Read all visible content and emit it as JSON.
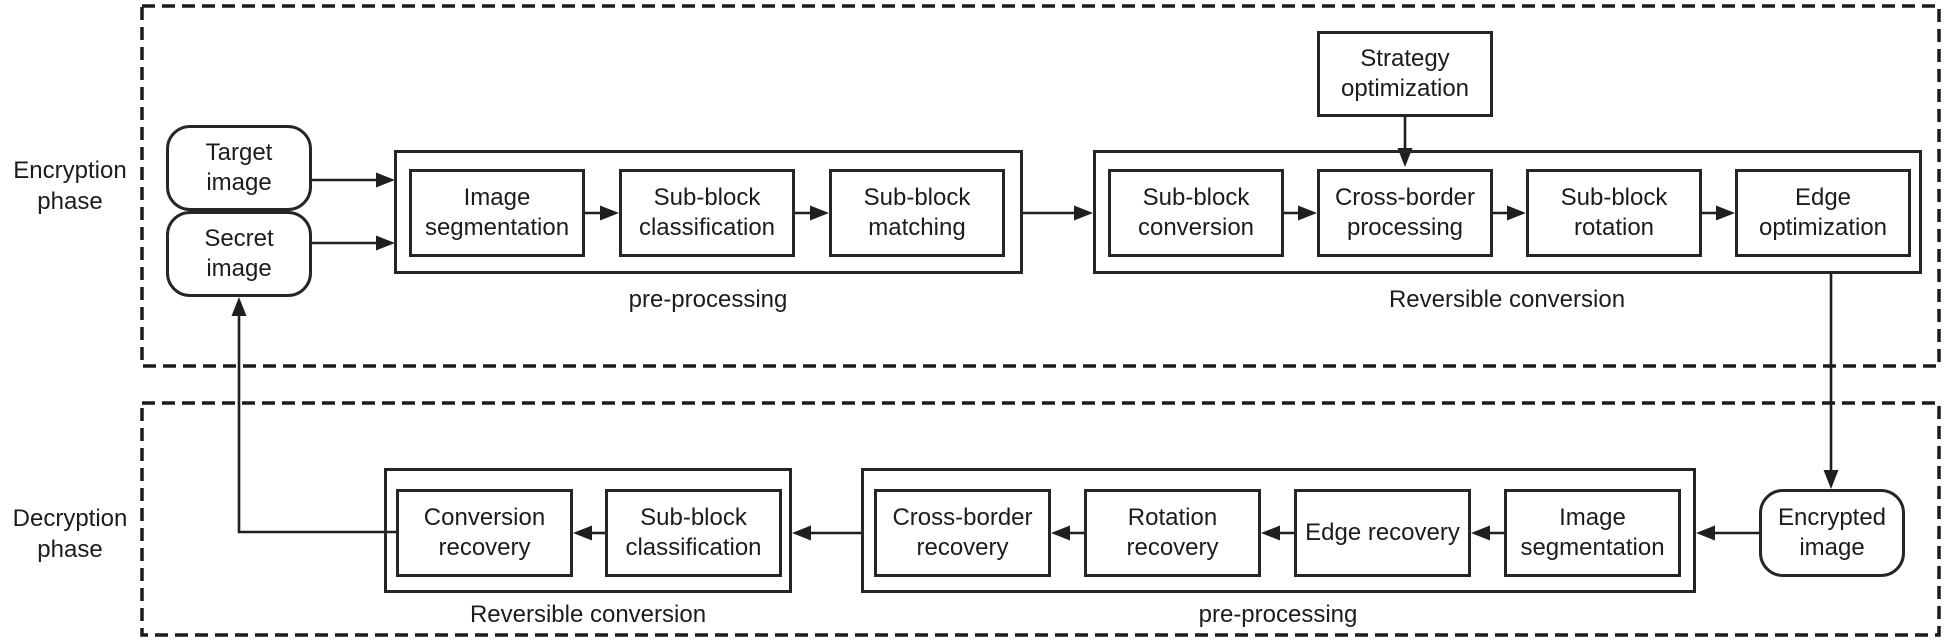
{
  "colors": {
    "line": "#1f1f1f",
    "box_border": "#262626",
    "background": "#ffffff"
  },
  "encryption": {
    "phase_label": "Encryption phase",
    "inputs": {
      "target": "Target image",
      "secret": "Secret image"
    },
    "strategy_box": "Strategy optimization",
    "preprocessing": {
      "caption": "pre-processing",
      "steps": [
        "Image segmentation",
        "Sub-block classification",
        "Sub-block matching"
      ]
    },
    "reversible_conversion": {
      "caption": "Reversible conversion",
      "steps": [
        "Sub-block conversion",
        "Cross-border processing",
        "Sub-block rotation",
        "Edge optimization"
      ]
    }
  },
  "decryption": {
    "phase_label": "Decryption phase",
    "encrypted_image": "Encrypted image",
    "reversible_conversion": {
      "caption": "Reversible conversion",
      "steps": [
        "Conversion recovery",
        "Sub-block classification"
      ]
    },
    "preprocessing": {
      "caption": "pre-processing",
      "steps": [
        "Cross-border recovery",
        "Rotation recovery",
        "Edge recovery",
        "Image segmentation"
      ]
    }
  }
}
